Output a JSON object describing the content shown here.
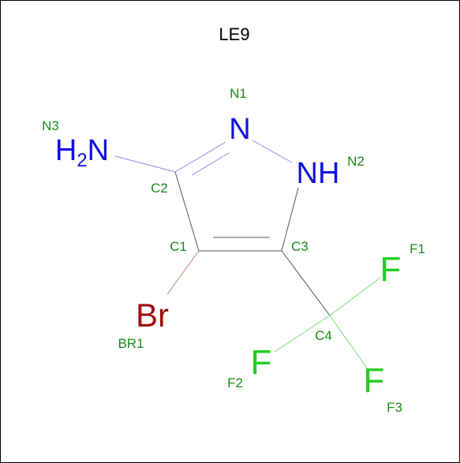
{
  "title": "LE9",
  "colors": {
    "carbon_bond": "#555555",
    "nitrogen": "#1010e0",
    "nitrogen_bond": "#8a8aee",
    "bromine": "#a01010",
    "bromine_bond": "#c08080",
    "fluorine": "#22cc22",
    "fluorine_bond": "#77dd77",
    "label": "#1a8a1a"
  },
  "atoms": {
    "n1": {
      "label": "N1",
      "symbol": "N"
    },
    "n2": {
      "label": "N2",
      "symbol": "NH"
    },
    "n3": {
      "label": "N3",
      "symbol_main": "H",
      "symbol_sub": "2",
      "symbol_tail": "N"
    },
    "c1": {
      "label": "C1"
    },
    "c2": {
      "label": "C2"
    },
    "c3": {
      "label": "C3"
    },
    "c4": {
      "label": "C4"
    },
    "br1": {
      "label": "BR1",
      "symbol": "Br"
    },
    "f1": {
      "label": "F1",
      "symbol": "F"
    },
    "f2": {
      "label": "F2",
      "symbol": "F"
    },
    "f3": {
      "label": "F3",
      "symbol": "F"
    }
  }
}
